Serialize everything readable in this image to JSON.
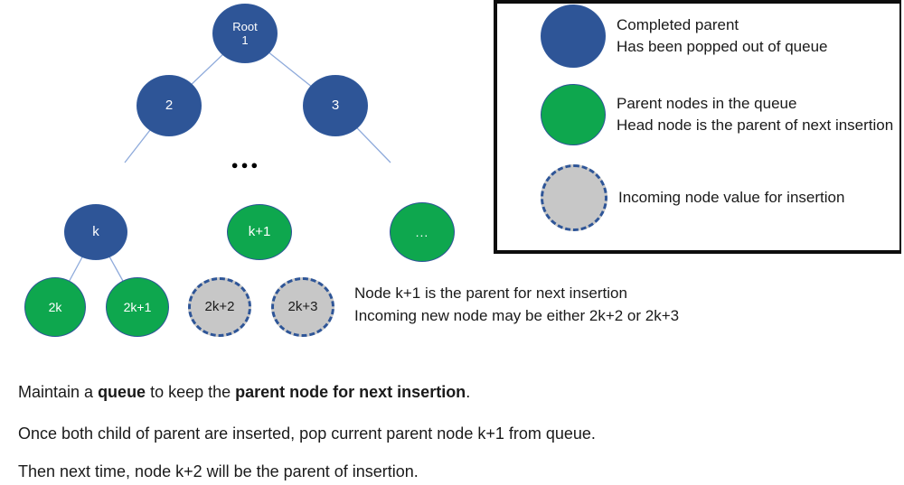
{
  "colors": {
    "completed_blue": "#2E5597",
    "queue_green": "#0EA74E",
    "incoming_grey": "#C7C7C7",
    "dashed_border_blue": "#2E5597",
    "edge_light_blue": "#8EAADB",
    "legend_border": "#0D0D0D",
    "text": "#1A1A1A"
  },
  "tree": {
    "ellipsis": "●●●",
    "nodes": [
      {
        "id": "root",
        "label": "Root\n1",
        "state": "completed"
      },
      {
        "id": "2",
        "label": "2",
        "state": "completed"
      },
      {
        "id": "3",
        "label": "3",
        "state": "completed"
      },
      {
        "id": "k",
        "label": "k",
        "state": "completed"
      },
      {
        "id": "k+1",
        "label": "k+1",
        "state": "in-queue"
      },
      {
        "id": "more",
        "label": "...",
        "state": "in-queue"
      },
      {
        "id": "2k",
        "label": "2k",
        "state": "in-queue"
      },
      {
        "id": "2k+1",
        "label": "2k+1",
        "state": "in-queue"
      },
      {
        "id": "2k+2",
        "label": "2k+2",
        "state": "incoming"
      },
      {
        "id": "2k+3",
        "label": "2k+3",
        "state": "incoming"
      }
    ]
  },
  "annotation": {
    "line1": "Node k+1 is the parent for next insertion",
    "line2": "Incoming new node may be either 2k+2 or 2k+3"
  },
  "legend": {
    "items": [
      {
        "line1": "Completed parent",
        "line2": "Has been popped out of queue"
      },
      {
        "line1": "Parent nodes in the queue",
        "line2": "Head node is the parent of next insertion"
      },
      {
        "line1": "Incoming node value for insertion",
        "line2": ""
      }
    ]
  },
  "notes": {
    "para1_parts": [
      "Maintain a ",
      "queue",
      " to keep the ",
      "parent node for next insertion",
      "."
    ],
    "para2": "Once both child of parent are inserted, pop current parent node k+1 from queue.",
    "para3": "Then next time, node k+2 will be the parent of insertion."
  }
}
